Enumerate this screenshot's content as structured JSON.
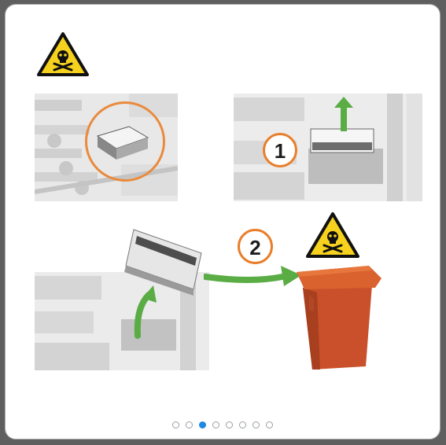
{
  "slide": {
    "warning_icon": "toxic-hazard-icon",
    "steps": [
      {
        "label": "1",
        "color": "#e87e2a"
      },
      {
        "label": "2",
        "color": "#e87e2a"
      }
    ],
    "arrow_color": "#5aac44",
    "highlight_color": "#e98a3c",
    "waste_bin_color": "#c9502a"
  },
  "pagination": {
    "total": 8,
    "active_index": 2,
    "active_color": "#1e88e5"
  }
}
